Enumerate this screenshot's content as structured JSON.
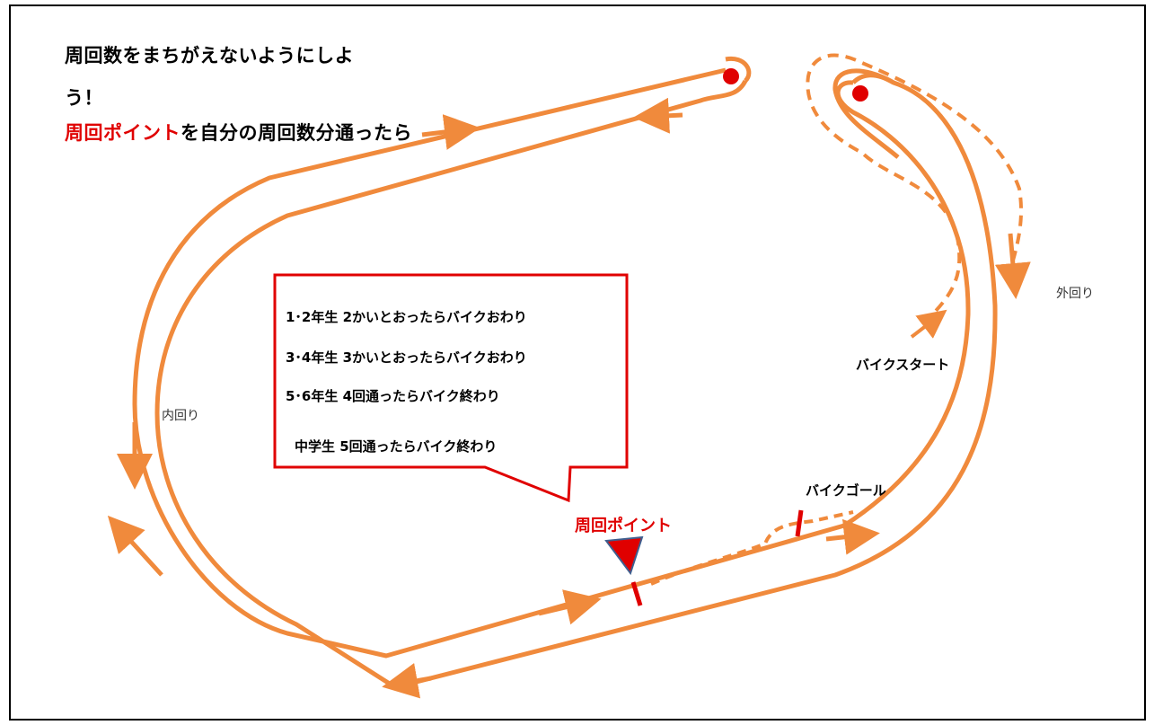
{
  "title": {
    "line1": "周回数をまちがえないようにしよ",
    "line2": "う！",
    "line3_highlight": "周回ポイント",
    "line3_rest": "を自分の周回数分通ったら"
  },
  "bubble": {
    "lines": [
      "1･2年生  2かいとおったらバイクおわり",
      "3･4年生  3かいとおったらバイクおわり",
      "5･6年生  4回通ったらバイク終わり",
      "中学生  5回通ったらバイク終わり"
    ]
  },
  "labels": {
    "outer_lap": "外回り",
    "inner_lap": "内回り",
    "bike_start": "バイクスタート",
    "bike_goal": "バイクゴール",
    "lap_point": "周回ポイント"
  },
  "colors": {
    "track": "#f08a3c",
    "accent": "#e00000",
    "marker_outline": "#3f5f8f"
  }
}
